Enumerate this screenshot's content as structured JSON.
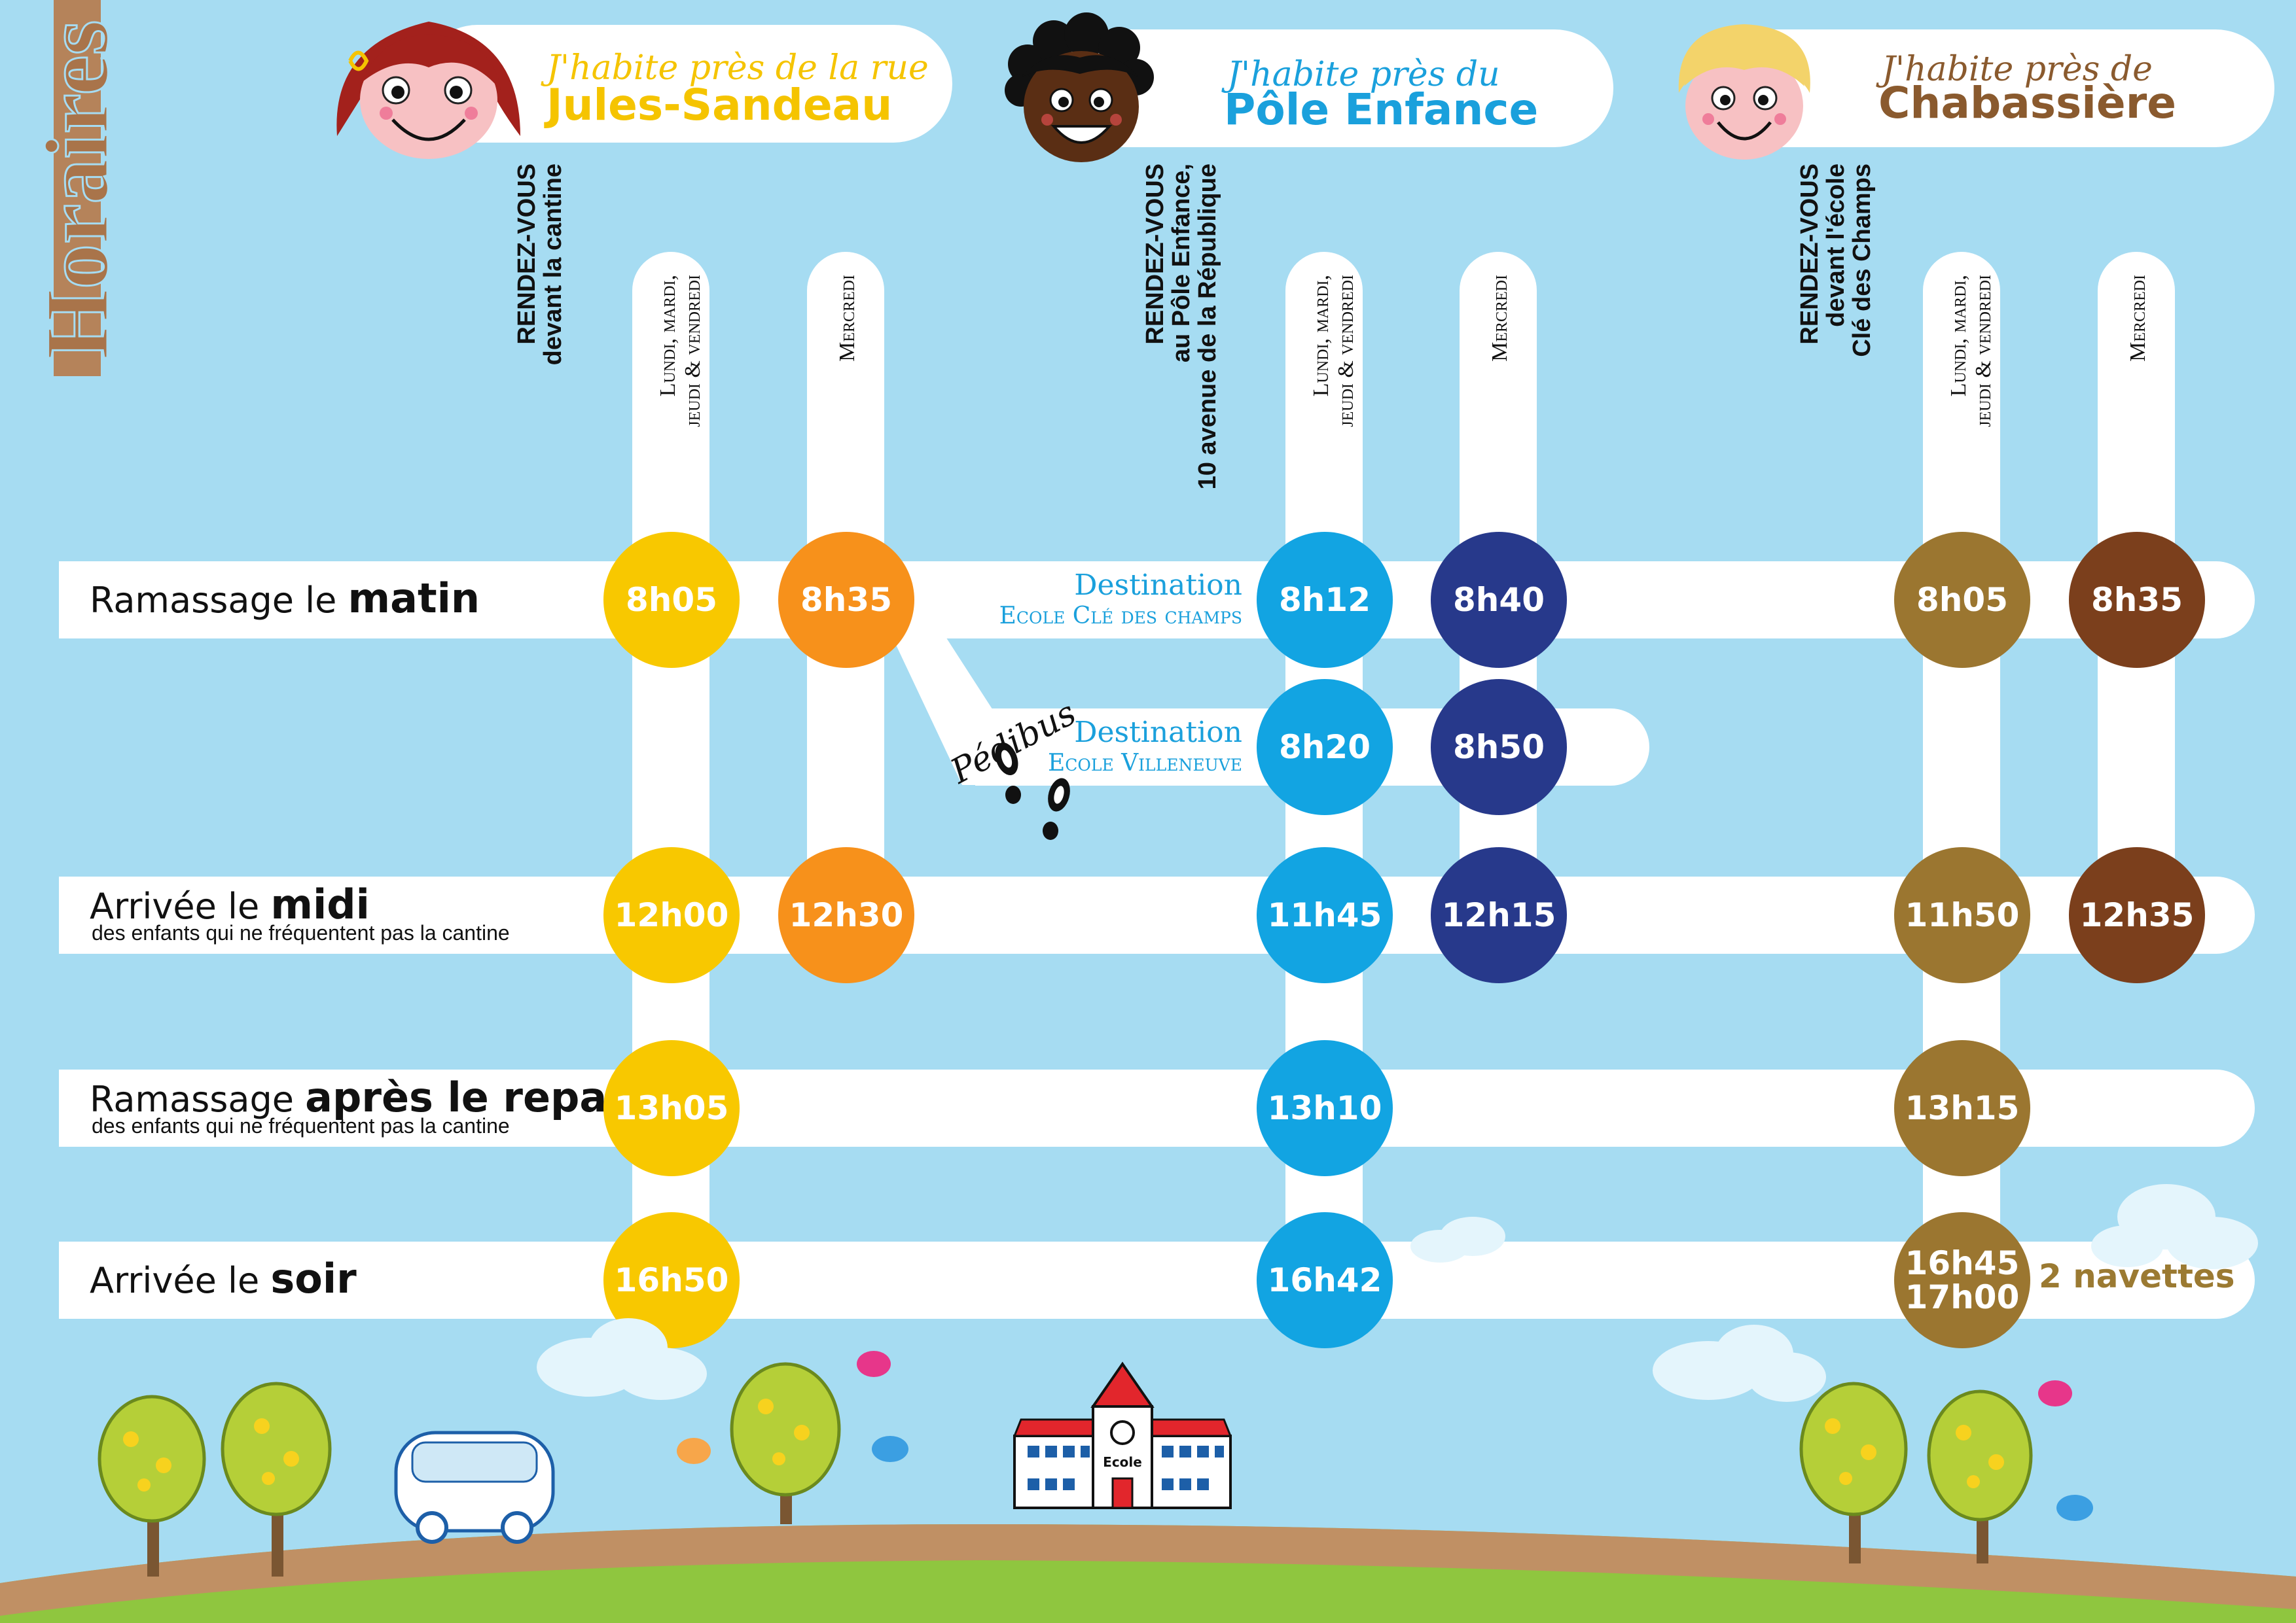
{
  "side_title": "Horaires",
  "colors": {
    "background": "#a6dcf2",
    "track": "#ffffff",
    "jules_sandeau": "#f7c600",
    "pole_enfance": "#1aa0dc",
    "chabassiere": "#8a5a2e"
  },
  "locations": [
    {
      "line1": "J'habite près de la rue",
      "line2": "Jules-Sandeau",
      "color": "#f5c400",
      "rendezvous": [
        "RENDEZ-VOUS",
        "devant la cantine"
      ]
    },
    {
      "line1": "J'habite près du",
      "line2": "Pôle Enfance",
      "color": "#1aa0dc",
      "rendezvous": [
        "RENDEZ-VOUS",
        "au Pôle Enfance,",
        "10 avenue de la République"
      ]
    },
    {
      "line1": "J'habite près de",
      "line2": "Chabassière",
      "color": "#8a5a2e",
      "rendezvous": [
        "RENDEZ-VOUS",
        "devant l'école",
        "Clé des Champs"
      ]
    }
  ],
  "day_labels": {
    "weekdays": [
      "Lundi, mardi,",
      "jeudi & vendredi"
    ],
    "wednesday": "Mercredi"
  },
  "rows": {
    "matin": {
      "prefix": "Ramassage le ",
      "bold": "matin"
    },
    "midi": {
      "prefix": "Arrivée le ",
      "bold": "midi",
      "sub": "des enfants qui ne fréquentent pas la cantine"
    },
    "repas": {
      "prefix": "Ramassage ",
      "bold": "après le repas",
      "sub": "des enfants qui ne fréquentent pas la cantine"
    },
    "soir": {
      "prefix": "Arrivée le ",
      "bold": "soir"
    }
  },
  "destinations": {
    "cle_des_champs": {
      "line1": "Destination",
      "line2": "Ecole Clé des champs"
    },
    "villeneuve": {
      "line1": "Destination",
      "line2": "Ecole Villeneuve"
    }
  },
  "pedibus": "Pédibus",
  "navettes": "2 navettes",
  "school_sign": "Ecole",
  "times": {
    "js_week_matin": "8h05",
    "js_wed_matin": "8h35",
    "pe_week_matin": "8h12",
    "pe_wed_matin": "8h40",
    "pe_week_matin2": "8h20",
    "pe_wed_matin2": "8h50",
    "ch_week_matin": "8h05",
    "ch_wed_matin": "8h35",
    "js_week_midi": "12h00",
    "js_wed_midi": "12h30",
    "pe_week_midi": "11h45",
    "pe_wed_midi": "12h15",
    "ch_week_midi": "11h50",
    "ch_wed_midi": "12h35",
    "js_week_repas": "13h05",
    "pe_week_repas": "13h10",
    "ch_week_repas": "13h15",
    "js_week_soir": "16h50",
    "pe_week_soir": "16h42",
    "ch_week_soir_1": "16h45",
    "ch_week_soir_2": "17h00"
  }
}
